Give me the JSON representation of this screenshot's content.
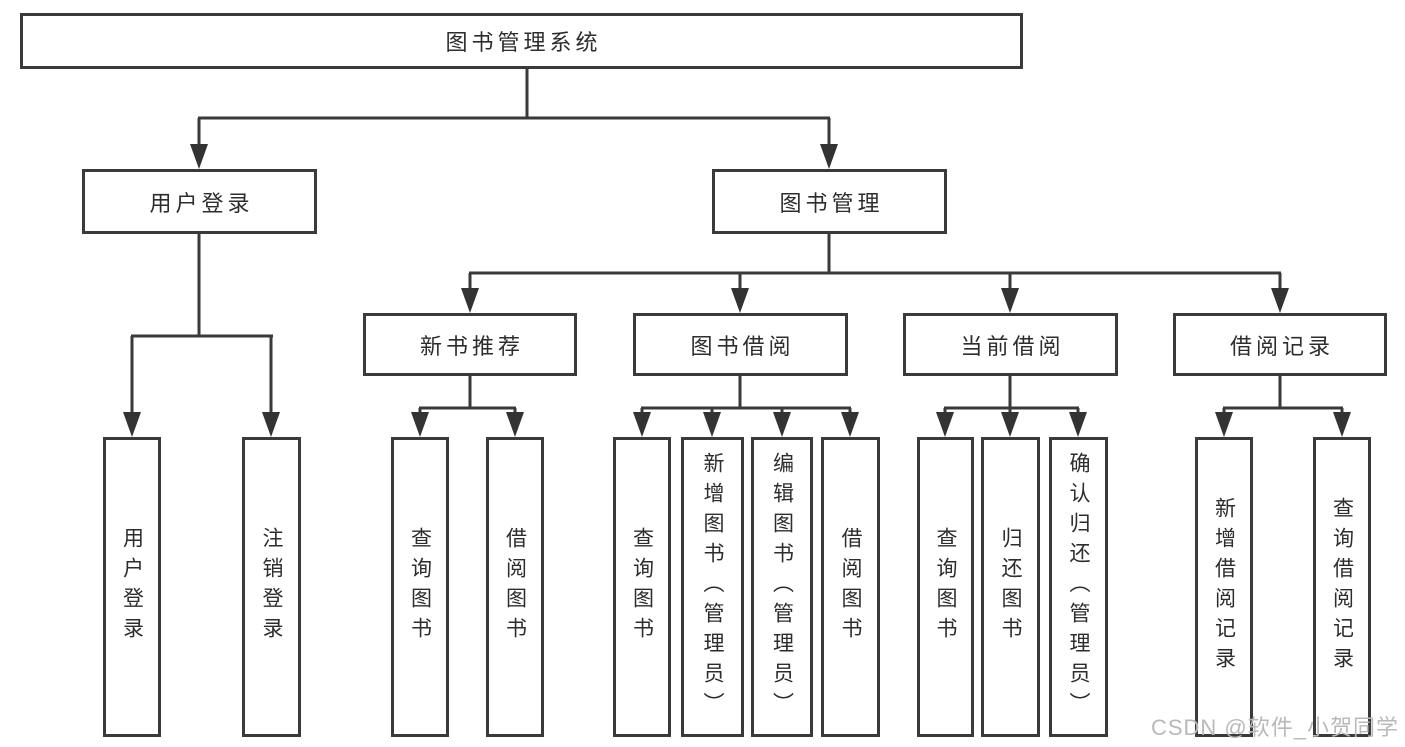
{
  "diagram": {
    "title": "图书管理系统",
    "colors": {
      "line": "#3a3a3a",
      "box_border": "#3a3a3a",
      "text": "#2d2d2d",
      "background": "#ffffff",
      "watermark": "#b9b9b9"
    },
    "root": {
      "label": "图书管理系统"
    },
    "level1": [
      {
        "label": "用户登录",
        "parent": "图书管理系统"
      },
      {
        "label": "图书管理",
        "parent": "图书管理系统"
      }
    ],
    "level2": [
      {
        "label": "新书推荐",
        "parent": "图书管理"
      },
      {
        "label": "图书借阅",
        "parent": "图书管理"
      },
      {
        "label": "当前借阅",
        "parent": "图书管理"
      },
      {
        "label": "借阅记录",
        "parent": "图书管理"
      }
    ],
    "level3": [
      {
        "label": "用户登录",
        "parent": "用户登录"
      },
      {
        "label": "注销登录",
        "parent": "用户登录"
      },
      {
        "label": "查询图书",
        "parent": "新书推荐"
      },
      {
        "label": "借阅图书",
        "parent": "新书推荐"
      },
      {
        "label": "查询图书",
        "parent": "图书借阅"
      },
      {
        "label": "新增图书（管理员）",
        "parent": "图书借阅"
      },
      {
        "label": "编辑图书（管理员）",
        "parent": "图书借阅"
      },
      {
        "label": "借阅图书",
        "parent": "图书借阅"
      },
      {
        "label": "查询图书",
        "parent": "当前借阅"
      },
      {
        "label": "归还图书",
        "parent": "当前借阅"
      },
      {
        "label": "确认归还（管理员）",
        "parent": "当前借阅"
      },
      {
        "label": "新增借阅记录",
        "parent": "借阅记录"
      },
      {
        "label": "查询借阅记录",
        "parent": "借阅记录"
      }
    ]
  },
  "watermark": {
    "text": "CSDN @软件_小贺同学"
  }
}
